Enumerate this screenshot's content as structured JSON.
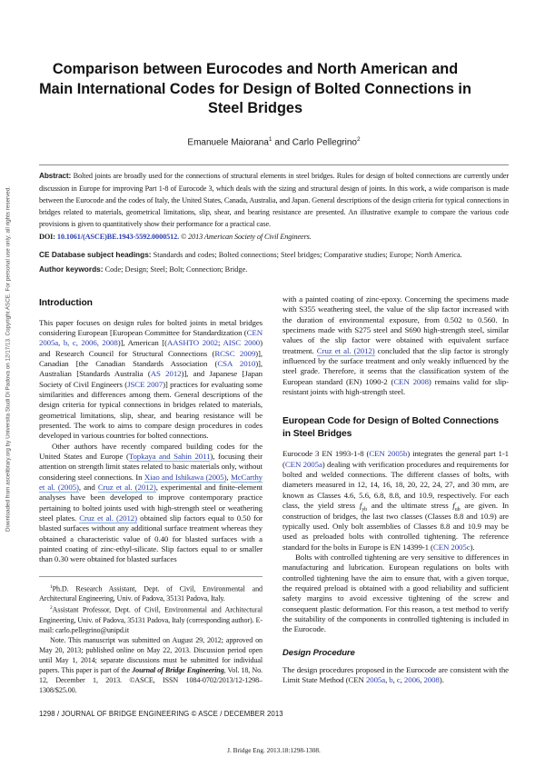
{
  "sidebar_notice": "Downloaded from ascelibrary.org by Universita Studi Di Padova on 12/17/13. Copyright ASCE. For personal use only; all rights reserved.",
  "title": "Comparison between Eurocodes and North American and Main International Codes for Design of Bolted Connections in Steel Bridges",
  "authors": {
    "a1": "Emanuele Maiorana",
    "a1_sup": "1",
    "and": " and ",
    "a2": "Carlo Pellegrino",
    "a2_sup": "2"
  },
  "abstract": {
    "label": "Abstract:",
    "text": " Bolted joints are broadly used for the connections of structural elements in steel bridges. Rules for design of bolted connections are currently under discussion in Europe for improving Part 1-8 of Eurocode 3, which deals with the sizing and structural design of joints. In this work, a wide comparison is made between the Eurocode and the codes of Italy, the United States, Canada, Australia, and Japan. General descriptions of the design criteria for typical connections in bridges related to materials, geometrical limitations, slip, shear, and bearing resistance are presented. An illustrative example to compare the various code provisions is given to quantitatively show their performance for a practical case.",
    "doi_label": "DOI:",
    "doi": "10.1061/(ASCE)BE.1943-5592.0000512.",
    "copyright": " © 2013 American Society of Civil Engineers."
  },
  "subject_headings": {
    "label": "CE Database subject headings:",
    "text": " Standards and codes; Bolted connections; Steel bridges; Comparative studies; Europe; North America."
  },
  "keywords": {
    "label": "Author keywords:",
    "text": " Code; Design; Steel; Bolt; Connection; Bridge."
  },
  "left_column": {
    "heading": "Introduction",
    "paragraphs": [
      {
        "indent": false,
        "segments": [
          {
            "t": "This paper focuses on design rules for bolted joints in metal bridges considering European [European Committee for Standardization ("
          },
          {
            "t": "CEN 2005a, b, c, 2006, 2008",
            "link": "lnk"
          },
          {
            "t": ")], American [("
          },
          {
            "t": "AASHTO 2002",
            "link": "lnk"
          },
          {
            "t": "; "
          },
          {
            "t": "AISC 2000",
            "link": "lnk"
          },
          {
            "t": ") and Research Council for Structural Connections ("
          },
          {
            "t": "RCSC 2009",
            "link": "lnk"
          },
          {
            "t": ")], Canadian [the Canadian Standards Association ("
          },
          {
            "t": "CSA 2010",
            "link": "lnk"
          },
          {
            "t": ")], Australian [Standards Australia ("
          },
          {
            "t": "AS 2012",
            "link": "lnk"
          },
          {
            "t": ")], and Japanese [Japan Society of Civil Engineers ("
          },
          {
            "t": "JSCE 2007",
            "link": "lnk"
          },
          {
            "t": ")] practices for evaluating some similarities and differences among them. General descriptions of the design criteria for typical connections in bridges related to materials, geometrical limitations, slip, shear, and bearing resistance will be presented. The work to aims to compare design procedures in codes developed in various countries for bolted connections."
          }
        ]
      },
      {
        "indent": true,
        "segments": [
          {
            "t": "Other authors have recently compared building codes for the United States and Europe ("
          },
          {
            "t": "Topkaya and Sahin 2011",
            "link": "ul"
          },
          {
            "t": "), focusing their attention on strength limit states related to basic materials only, without considering steel connections. In "
          },
          {
            "t": "Xiao and Ishikawa (2005)",
            "link": "ul"
          },
          {
            "t": ", "
          },
          {
            "t": "McCarthy et al. (2005)",
            "link": "ul"
          },
          {
            "t": ", and "
          },
          {
            "t": "Cruz et al. (2012)",
            "link": "ul"
          },
          {
            "t": ", experimental and finite-element analyses have been developed to improve contemporary practice pertaining to bolted joints used with high-strength steel or weathering steel plates. "
          },
          {
            "t": "Cruz et al. (2012)",
            "link": "ul"
          },
          {
            "t": " obtained slip factors equal to 0.50 for blasted surfaces without any additional surface treatment whereas they obtained a characteristic value of 0.40 for blasted surfaces with a painted coating of zinc-ethyl-silicate. Slip factors equal to or smaller than 0.30 were obtained for blasted surfaces"
          }
        ]
      }
    ]
  },
  "footnotes": [
    {
      "sup": "1",
      "text": "Ph.D. Research Assistant, Dept. of Civil, Environmental and Architectural Engineering, Univ. of Padova, 35131 Padova, Italy."
    },
    {
      "sup": "2",
      "text": "Assistant Professor, Dept. of Civil, Environmental and Architectural Engineering, Univ. of Padova, 35131 Padova, Italy (corresponding author). E-mail: carlo.pellegrino@unipd.it"
    },
    {
      "pre": "Note. This manuscript was submitted on August 29, 2012; approved on May 20, 2013; published online on May 22, 2013. Discussion period open until May 1, 2014; separate discussions must be submitted for individual papers. This paper is part of the ",
      "journal": "Journal of Bridge Engineering",
      "post": ", Vol. 18, No. 12, December 1, 2013. ©ASCE, ISSN 1084-0702/2013/12-1298–1308/$25.00."
    }
  ],
  "right_column": {
    "intro_continued": [
      {
        "t": "with a painted coating of zinc-epoxy. Concerning the specimens made with S355 weathering steel, the value of the slip factor increased with the duration of environmental exposure, from 0.502 to 0.560. In specimens made with S275 steel and S690 high-strength steel, similar values of the slip factor were obtained with equivalent surface treatment. "
      },
      {
        "t": "Cruz et al. (2012)",
        "link": "ul"
      },
      {
        "t": " concluded that the slip factor is strongly influenced by the surface treatment and only weakly influenced by the steel grade. Therefore, it seems that the classification system of the European standard (EN) 1090-2 ("
      },
      {
        "t": "CEN 2008",
        "link": "lnk"
      },
      {
        "t": ") remains valid for slip-resistant joints with high-strength steel."
      }
    ],
    "heading": "European Code for Design of Bolted Connections in Steel Bridges",
    "paragraphs": [
      {
        "indent": false,
        "segments": [
          {
            "t": "Eurocode 3 EN 1993-1-8 ("
          },
          {
            "t": "CEN 2005b",
            "link": "lnk"
          },
          {
            "t": ") integrates the general part 1-1 ("
          },
          {
            "t": "CEN 2005a",
            "link": "lnk"
          },
          {
            "t": ") dealing with verification procedures and requirements for bolted and welded connections. The different classes of bolts, with diameters measured in 12, 14, 16, 18, 20, 22, 24, 27, and 30 mm, are known as Classes 4.6, 5.6, 6.8, 8.8, and 10.9, respectively. For each class, the yield stress "
          },
          {
            "t": "f",
            "link": "it",
            "sub": "yb"
          },
          {
            "t": " and the ultimate stress "
          },
          {
            "t": "f",
            "link": "it",
            "sub": "ub"
          },
          {
            "t": " are given. In construction of bridges, the last two classes (Classes 8.8 and 10.9) are typically used. Only bolt assemblies of Classes 8.8 and 10.9 may be used as preloaded bolts with controlled tightening. The reference standard for the bolts in Europe is EN 14399-1 ("
          },
          {
            "t": "CEN 2005c",
            "link": "lnk"
          },
          {
            "t": ")."
          }
        ]
      },
      {
        "indent": true,
        "segments": [
          {
            "t": "Bolts with controlled tightening are very sensitive to differences in manufacturing and lubrication. European regulations on bolts with controlled tightening have the aim to ensure that, with a given torque, the required preload is obtained with a good reliability and sufficient safety margins to avoid excessive tightening of the screw and consequent plastic deformation. For this reason, a test method to verify the suitability of the components in controlled tightening is included in the Eurocode."
          }
        ]
      }
    ],
    "subheading": "Design Procedure",
    "design_paragraph": [
      {
        "t": "The design procedures proposed in the Eurocode are consistent with the Limit State Method (CEN "
      },
      {
        "t": "2005a",
        "link": "lnk"
      },
      {
        "t": ", "
      },
      {
        "t": "b",
        "link": "lnk"
      },
      {
        "t": ", "
      },
      {
        "t": "c",
        "link": "lnk"
      },
      {
        "t": ", "
      },
      {
        "t": "2006",
        "link": "lnk"
      },
      {
        "t": ", "
      },
      {
        "t": "2008",
        "link": "lnk"
      },
      {
        "t": ")."
      }
    ]
  },
  "footer": "1298 / JOURNAL OF BRIDGE ENGINEERING © ASCE / DECEMBER 2013",
  "citation": "J. Bridge Eng. 2013.18:1298-1308.",
  "colors": {
    "link": "#2d3fb0",
    "citation_underline": "#7db4ea"
  }
}
